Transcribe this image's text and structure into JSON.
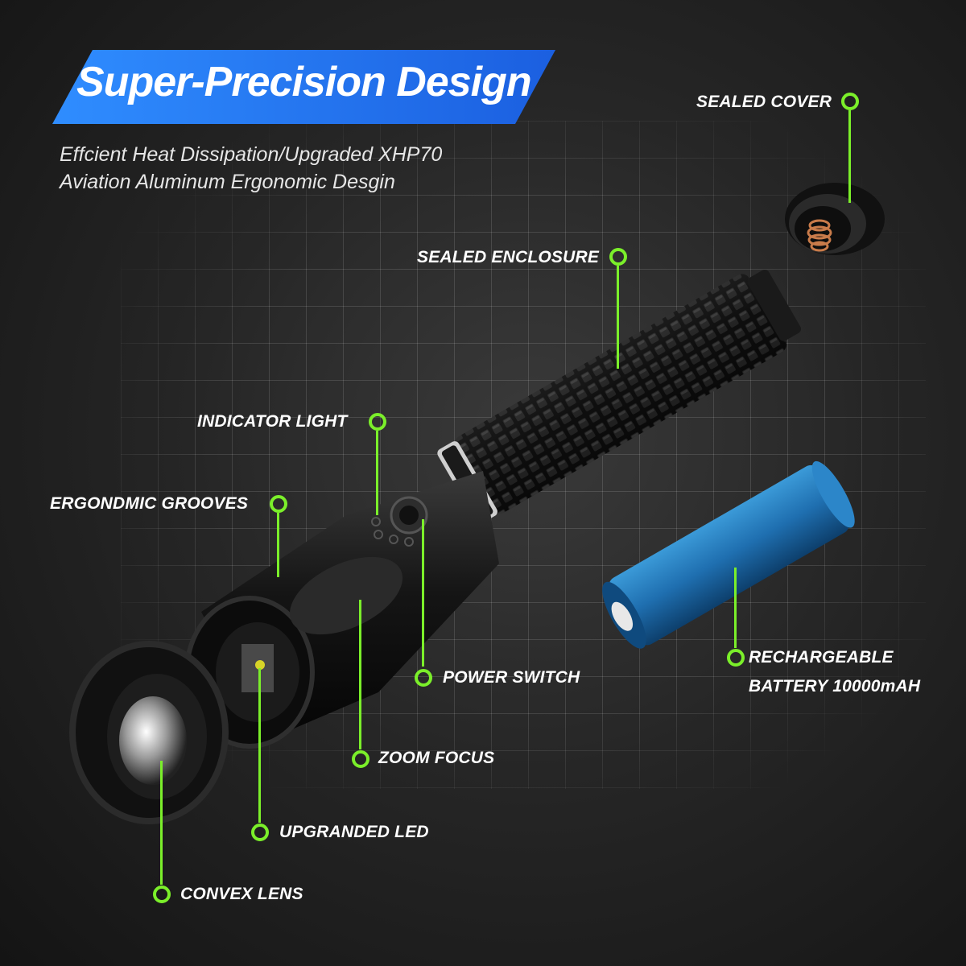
{
  "header": {
    "title": "Super-Precision Design",
    "line1": "Effcient Heat Dissipation/Upgraded XHP70",
    "line2": "Aviation Aluminum Ergonomic Desgin"
  },
  "callouts": {
    "sealed_cover": "SEALED COVER",
    "sealed_enclosure": "SEALED ENCLOSURE",
    "indicator_light": "INDICATOR LIGHT",
    "ergonomic_grooves": "ERGONDMIC GROOVES",
    "power_switch": "POWER SWITCH",
    "battery_line1": "RECHARGEABLE",
    "battery_line2": "BATTERY 10000mAH",
    "zoom_focus": "ZOOM FOCUS",
    "upgraded_led": "UPGRANDED LED",
    "convex_lens": "CONVEX LENS"
  },
  "colors": {
    "accent": "#7bef2a",
    "banner": "#2277f0",
    "battery": "#1f6fb0"
  }
}
